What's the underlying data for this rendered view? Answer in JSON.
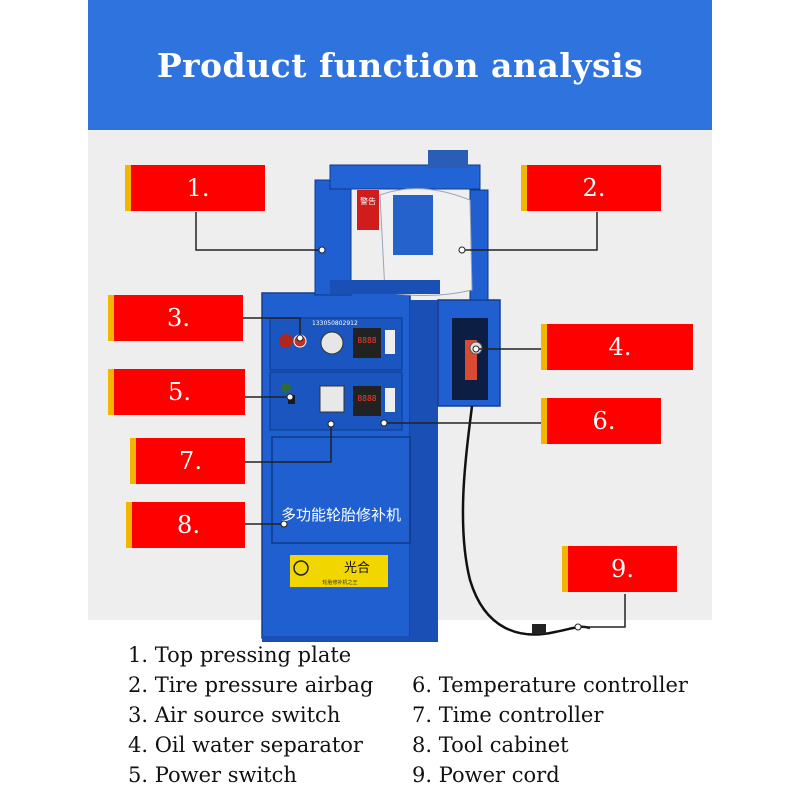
{
  "title": "Product function analysis",
  "callouts": [
    {
      "num": "1."
    },
    {
      "num": "2."
    },
    {
      "num": "3."
    },
    {
      "num": "4."
    },
    {
      "num": "5."
    },
    {
      "num": "6."
    },
    {
      "num": "7."
    },
    {
      "num": "8."
    },
    {
      "num": "9."
    }
  ],
  "legend_left": [
    "1. Top pressing plate",
    "2. Tire pressure airbag",
    "3. Air source switch",
    "4. Oil water separator",
    "5. Power switch"
  ],
  "legend_right": [
    "6. Temperature controller",
    "7. Time controller",
    "8. Tool cabinet",
    "9. Power cord"
  ],
  "machine": {
    "warning_label": "警告",
    "front_text": "多功能轮胎修补机",
    "brand": "光合",
    "brand_sub": "轮胎修补机之王",
    "serial": "133050802912",
    "display_1": "8888",
    "display_2": "8888"
  },
  "colors": {
    "banner": "#2f73df",
    "machine_blue": "#1f5fcf",
    "label_red": "#ff0000",
    "label_accent": "#f2b600",
    "panel_bg": "#eeeeee"
  }
}
